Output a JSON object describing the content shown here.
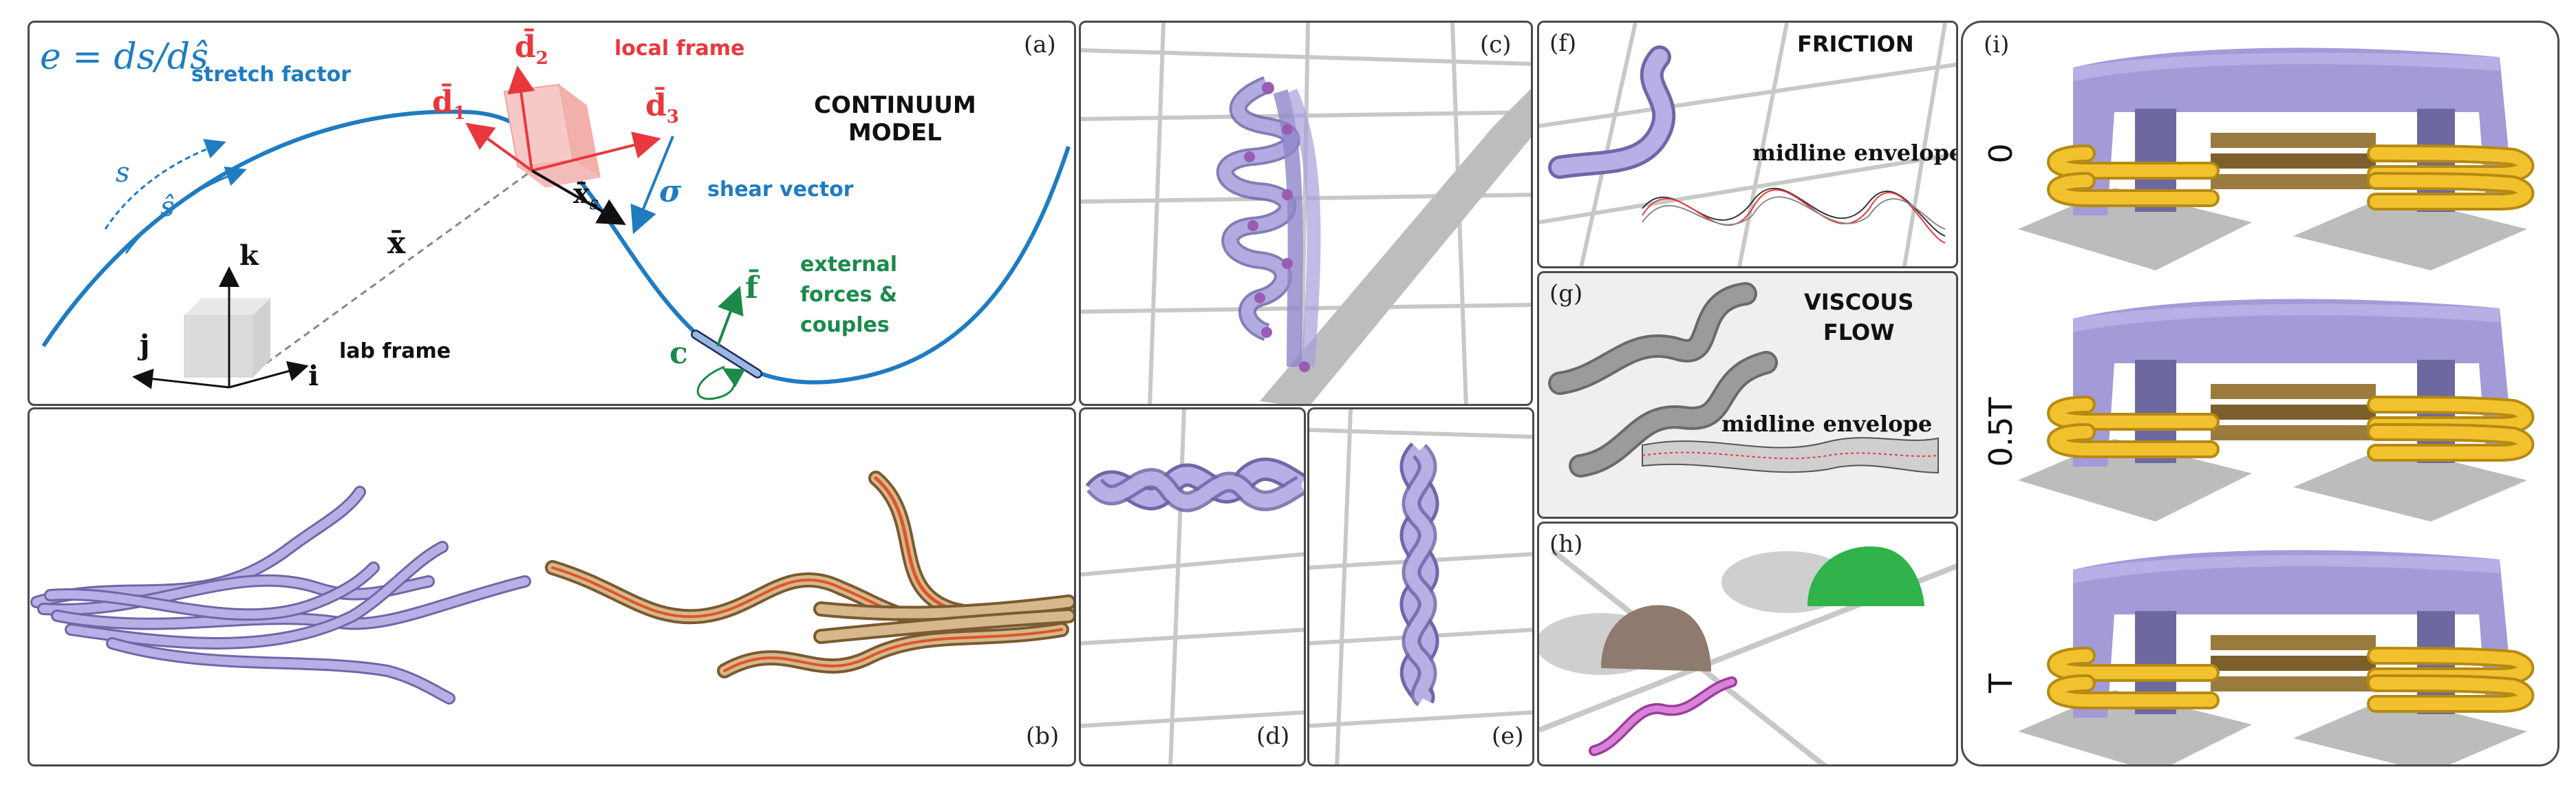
{
  "panels": {
    "a": {
      "label": "(a)",
      "title": "CONTINUUM\nMODEL",
      "equation": "e = ds/dŝ",
      "stretch_label": "stretch factor",
      "local_frame_label": "local frame",
      "shear_label": "shear vector",
      "lab_frame_label": "lab frame",
      "external_label": "external\nforces &\ncouples",
      "sym_s": "s",
      "sym_shat": "ŝ",
      "sym_x": "x̄",
      "sym_xs": "x̄",
      "sym_xs_sub": "s",
      "sym_sigma": "σ",
      "sym_d1": "d̄",
      "sym_d1_sub": "1",
      "sym_d2": "d̄",
      "sym_d2_sub": "2",
      "sym_d3": "d̄",
      "sym_d3_sub": "3",
      "sym_f": "f̄",
      "sym_c": "c",
      "sym_i": "i",
      "sym_j": "j",
      "sym_k": "k"
    },
    "b": {
      "label": "(b)"
    },
    "c": {
      "label": "(c)"
    },
    "d": {
      "label": "(d)"
    },
    "e": {
      "label": "(e)"
    },
    "f": {
      "label": "(f)",
      "title": "FRICTION",
      "envelope_label": "midline envelope"
    },
    "g": {
      "label": "(g)",
      "title": "VISCOUS\nFLOW",
      "envelope_label": "midline envelope"
    },
    "h": {
      "label": "(h)"
    },
    "i": {
      "label": "(i)",
      "times": [
        "0",
        "0.5T",
        "T"
      ]
    }
  },
  "colors": {
    "rod_lavender": "#a7a0dc",
    "rod_tan": "#c9a77a",
    "rod_orange": "#e0542a",
    "curve_blue": "#1f7cc1",
    "frame_red": "#e8383d",
    "force_green": "#1b8a4a",
    "block_purple": "#a39ad8",
    "coil_gold": "#f2c12e",
    "bridge_brown": "#9b7a3e"
  }
}
